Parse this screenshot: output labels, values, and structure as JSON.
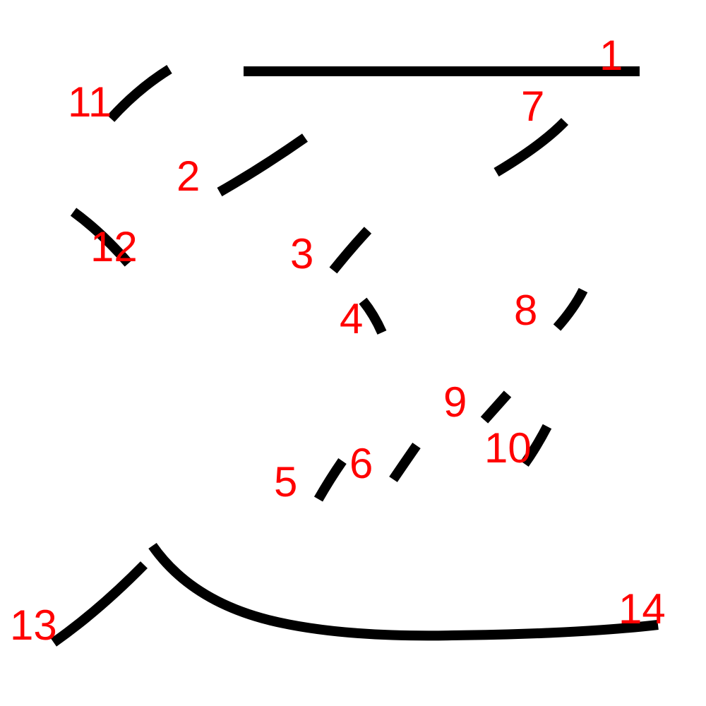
{
  "stroke_color": "#000000",
  "label_color": "#ff0000",
  "strokes": [
    {
      "number": "1"
    },
    {
      "number": "2"
    },
    {
      "number": "3"
    },
    {
      "number": "4"
    },
    {
      "number": "5"
    },
    {
      "number": "6"
    },
    {
      "number": "7"
    },
    {
      "number": "8"
    },
    {
      "number": "9"
    },
    {
      "number": "10"
    },
    {
      "number": "11"
    },
    {
      "number": "12"
    },
    {
      "number": "13"
    },
    {
      "number": "14"
    }
  ]
}
